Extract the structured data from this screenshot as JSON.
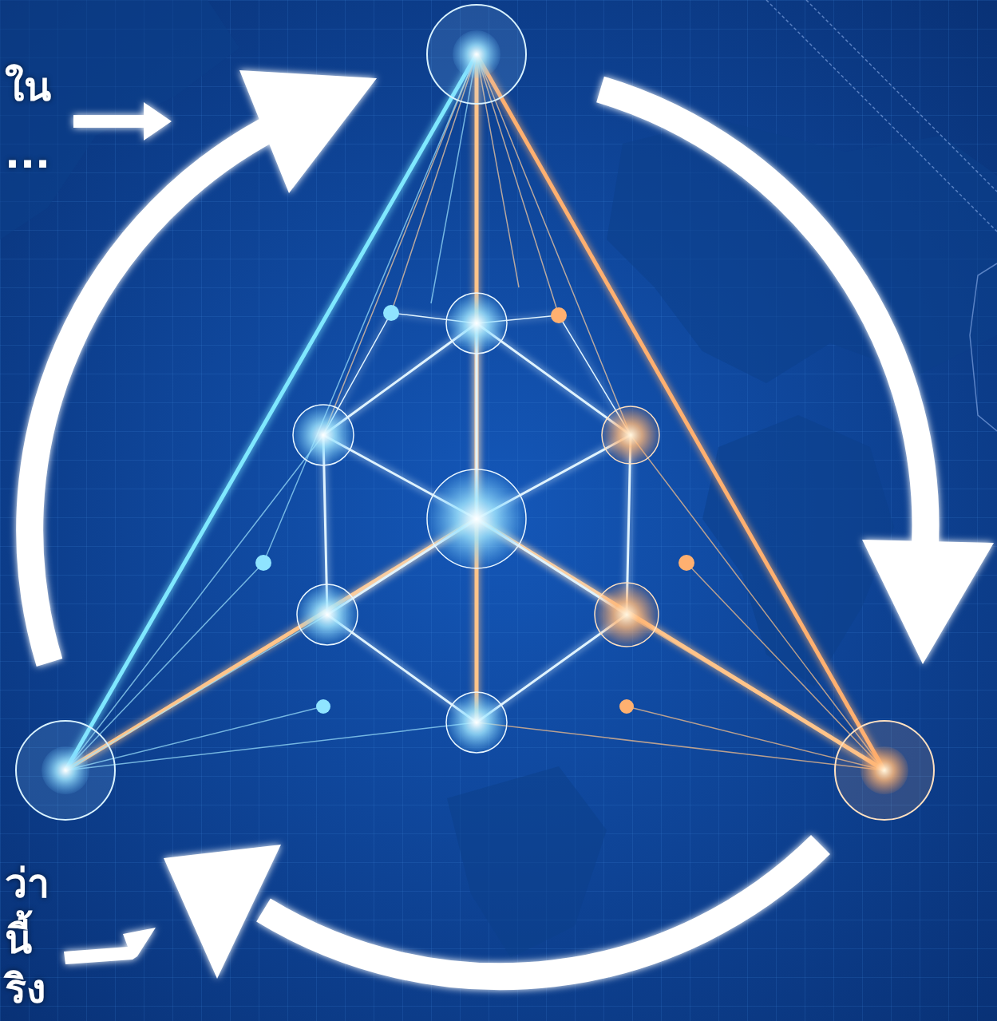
{
  "diagram": {
    "labels": [
      "ใน",
      "...",
      "ว่า",
      "นี้",
      "ริง"
    ]
  }
}
